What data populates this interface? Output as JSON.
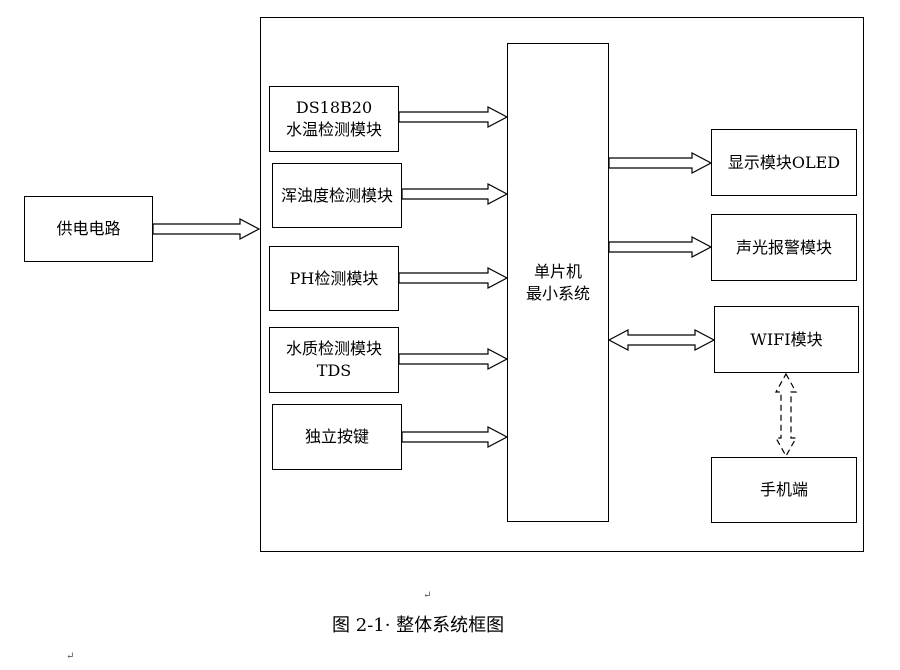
{
  "power": {
    "label": "供电电路"
  },
  "sensors": {
    "ds18b20": {
      "line1": "DS18B20",
      "line2": "水温检测模块"
    },
    "turbidity": {
      "label": "浑浊度检测模块"
    },
    "ph": {
      "label": "PH检测模块"
    },
    "tds": {
      "line1": "水质检测模块",
      "line2": "TDS"
    },
    "button": {
      "label": "独立按键"
    }
  },
  "mcu": {
    "line1": "单片机",
    "line2": "最小系统"
  },
  "outputs": {
    "display": {
      "label": "显示模块OLED"
    },
    "alarm": {
      "label": "声光报警模块"
    },
    "wifi": {
      "label": "WIFI模块"
    },
    "phone": {
      "label": "手机端"
    }
  },
  "caption": {
    "text": "图 2-1· 整体系统框图"
  },
  "marks": {
    "return_mark": "↵"
  }
}
